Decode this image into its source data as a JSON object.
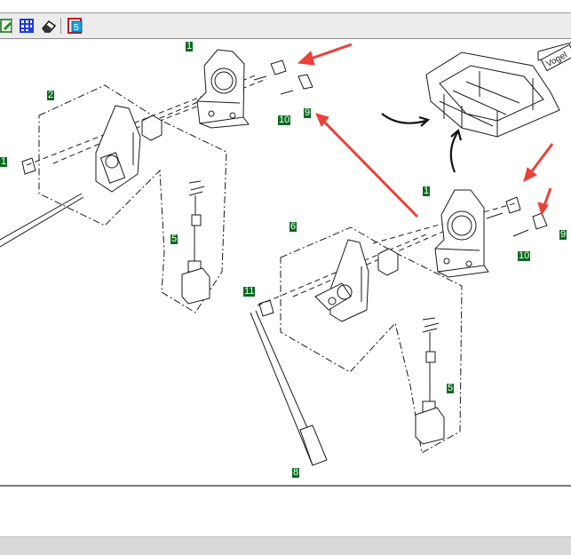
{
  "window": {
    "title": ""
  },
  "toolbar": {
    "buttons": [
      {
        "name": "edit-icon"
      },
      {
        "name": "grid-icon"
      },
      {
        "name": "eraser-icon"
      },
      {
        "name": "report-icon"
      }
    ]
  },
  "diagram": {
    "inset_logo_text": "Vogel",
    "callouts": {
      "c1a": "1",
      "c2": "2",
      "c5a": "5",
      "c9a": "9",
      "c10a": "10",
      "c11a": "1",
      "c1b": "1",
      "c9b": "9",
      "c10b": "10",
      "c6": "6",
      "c11b": "11",
      "c5b": "5",
      "c8": "8"
    }
  },
  "footer": {
    "link_fragment": ""
  },
  "colors": {
    "callout_bg": "#0b6a1e",
    "arrow_red": "#e8423a",
    "line": "#1a1a1a"
  }
}
